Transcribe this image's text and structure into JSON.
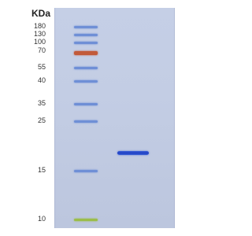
{
  "figure": {
    "unit_label": "KDa",
    "marker_weights": [
      "180",
      "130",
      "100",
      "70",
      "55",
      "40",
      "35",
      "25",
      "15",
      "10"
    ],
    "ladder_colors": {
      "default": "#6f8fd6",
      "70": "#c25a3a",
      "10": "#9bbd4a"
    },
    "sample_band": {
      "color": "#1f3fc4",
      "approx_weight_kda": 18.5
    }
  }
}
